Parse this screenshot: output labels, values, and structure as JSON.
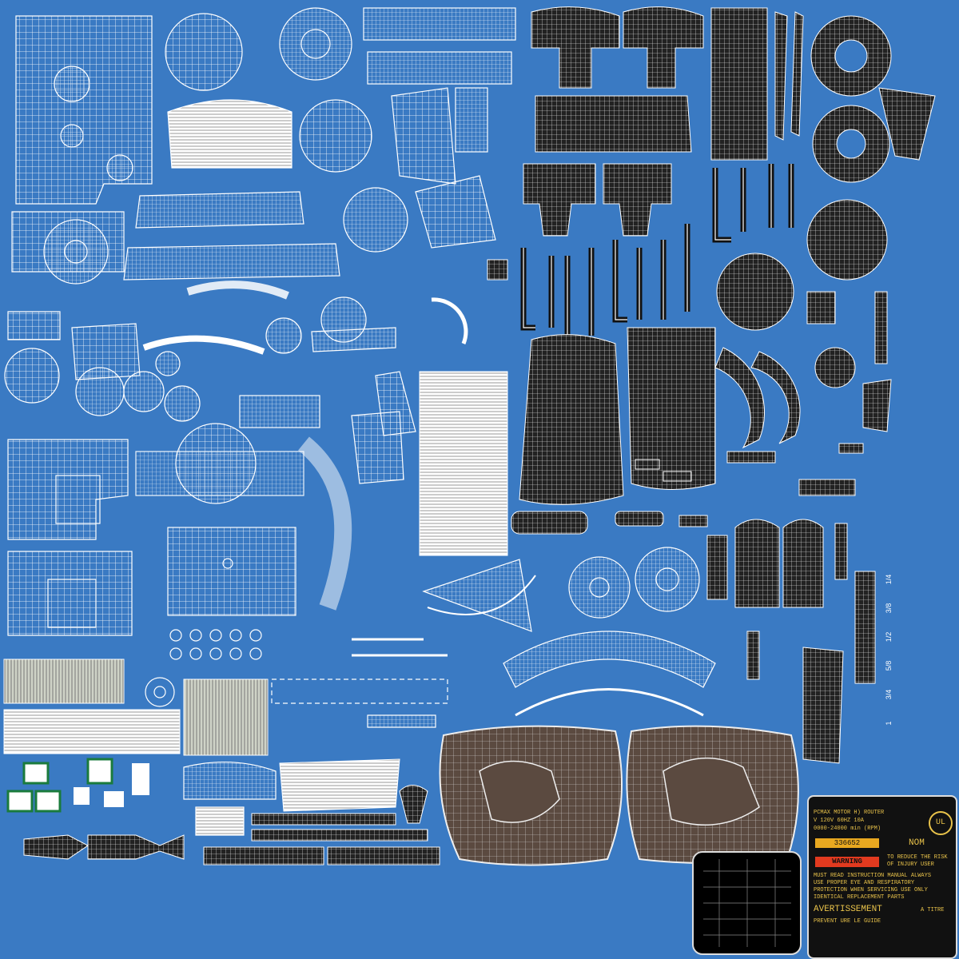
{
  "label_sticker": {
    "line1": "PCMAX MOTOR H) ROUTER",
    "line2": "V  120V  60HZ  10A",
    "line3": "0000-24000 min  (RPM)",
    "serial": "336652",
    "nom": "NOM",
    "warning": "WARNING",
    "warn_text": [
      "TO REDUCE THE RISK",
      "OF INJURY USER"
    ],
    "instr": [
      "MUST READ INSTRUCTION MANUAL ALWAYS",
      "USE PROPER EYE AND RESPIRATORY",
      "PROTECTION WHEN SERVICING USE ONLY",
      "IDENTICAL REPLACEMENT PARTS"
    ],
    "avertissement": "AVERTISSEMENT",
    "a_titre": "A TITRE",
    "prevent": "PREVENT URE LE GUIDE",
    "ul": "UL"
  },
  "ruler_marks": [
    "1/4",
    "3/8",
    "1/2",
    "5/8",
    "3/4",
    "1"
  ],
  "colors": {
    "background": "#3a7ac3",
    "wire": "#ffffff",
    "dark_panel": "#222222",
    "brown_panel": "#5b4a40"
  }
}
